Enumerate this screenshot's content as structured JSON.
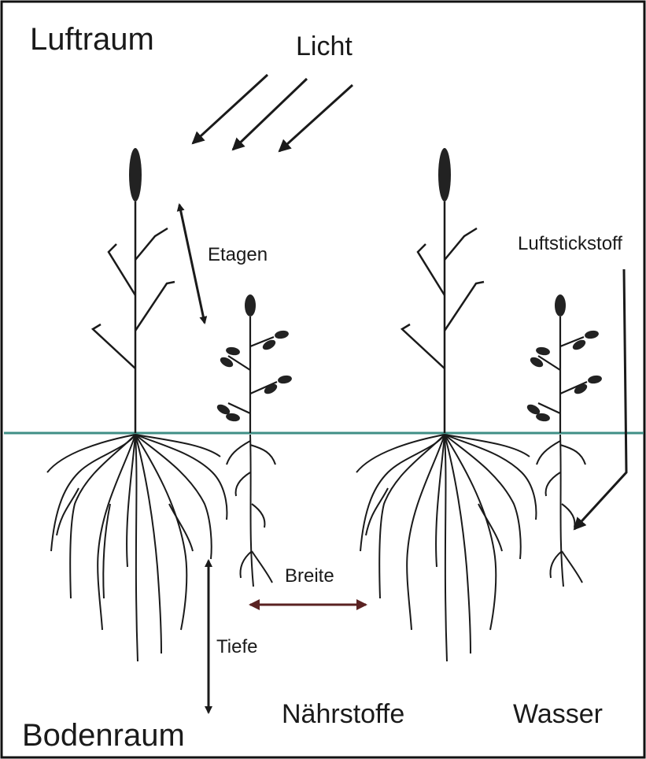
{
  "labels": {
    "luftraum": "Luftraum",
    "licht": "Licht",
    "etagen": "Etagen",
    "luftstickstoff": "Luftstickstoff",
    "breite": "Breite",
    "tiefe": "Tiefe",
    "bodenraum": "Bodenraum",
    "naehrstoffe": "Nährstoffe",
    "wasser": "Wasser"
  },
  "colors": {
    "ground_line": "#3f8f86",
    "ink": "#1a1a1a",
    "breite_arrow": "#5a2222"
  },
  "icons": {
    "tall_plant": "grass-plant-with-ear",
    "short_plant": "legume-plant-with-leaves",
    "roots": "root-system"
  }
}
